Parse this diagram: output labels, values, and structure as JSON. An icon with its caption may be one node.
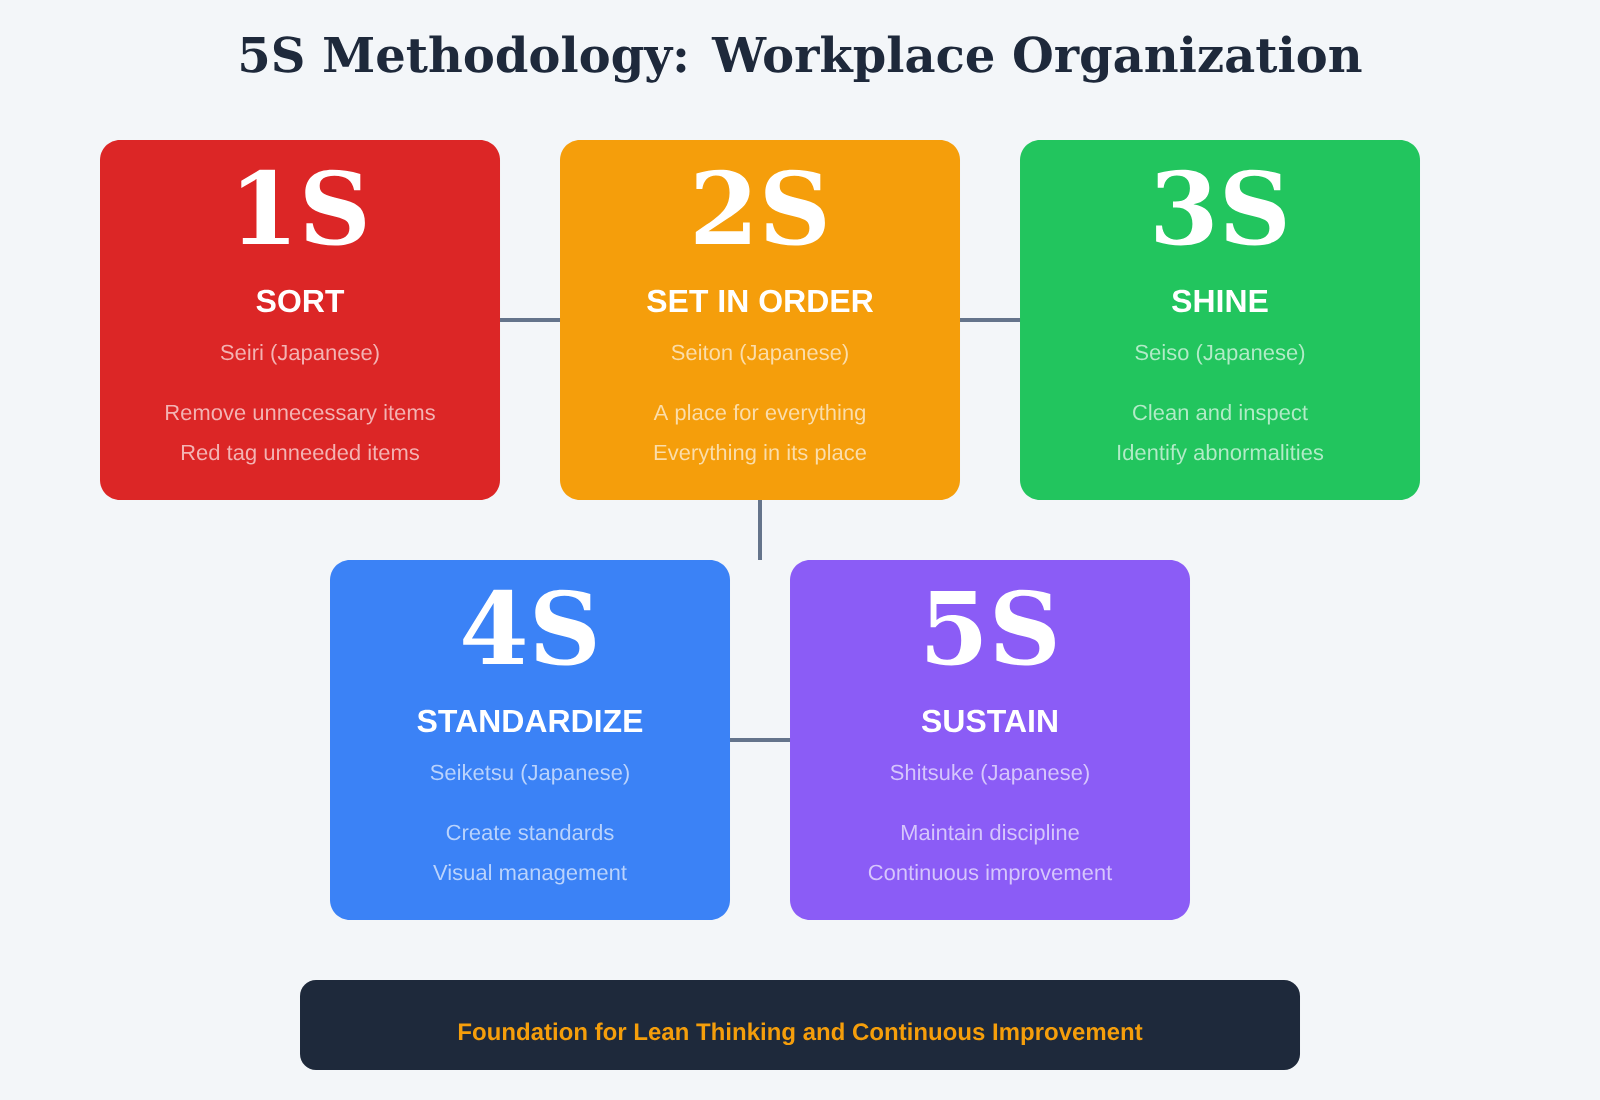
{
  "diagram": {
    "title": "5S Methodology: Workplace Organization",
    "nodes": [
      {
        "text": [
          "1S",
          "SORT",
          "Seiri (Japanese)",
          "Remove unnecessary items",
          "Red tag unneeded items"
        ]
      },
      {
        "text": [
          "2S",
          "SET IN ORDER",
          "Seiton (Japanese)",
          "A place for everything",
          "Everything in its place"
        ]
      },
      {
        "text": [
          "3S",
          "SHINE",
          "Seiso (Japanese)",
          "Clean and inspect",
          "Identify abnormalities"
        ]
      },
      {
        "text": [
          "4S",
          "STANDARDIZE",
          "Seiketsu (Japanese)",
          "Create standards",
          "Visual management"
        ]
      },
      {
        "text": [
          "5S",
          "SUSTAIN",
          "Shitsuke (Japanese)",
          "Maintain discipline",
          "Continuous improvement"
        ]
      },
      {
        "text": [
          "Foundation for Lean Thinking and Continuous Improvement"
        ]
      }
    ],
    "edges": [
      {
        "from": 0,
        "to": 1,
        "arrow": "none"
      },
      {
        "from": 1,
        "to": 2,
        "arrow": "none"
      },
      {
        "from": 1,
        "to": null,
        "arrow": "none"
      },
      {
        "from": 3,
        "to": 4,
        "arrow": "none"
      }
    ]
  }
}
